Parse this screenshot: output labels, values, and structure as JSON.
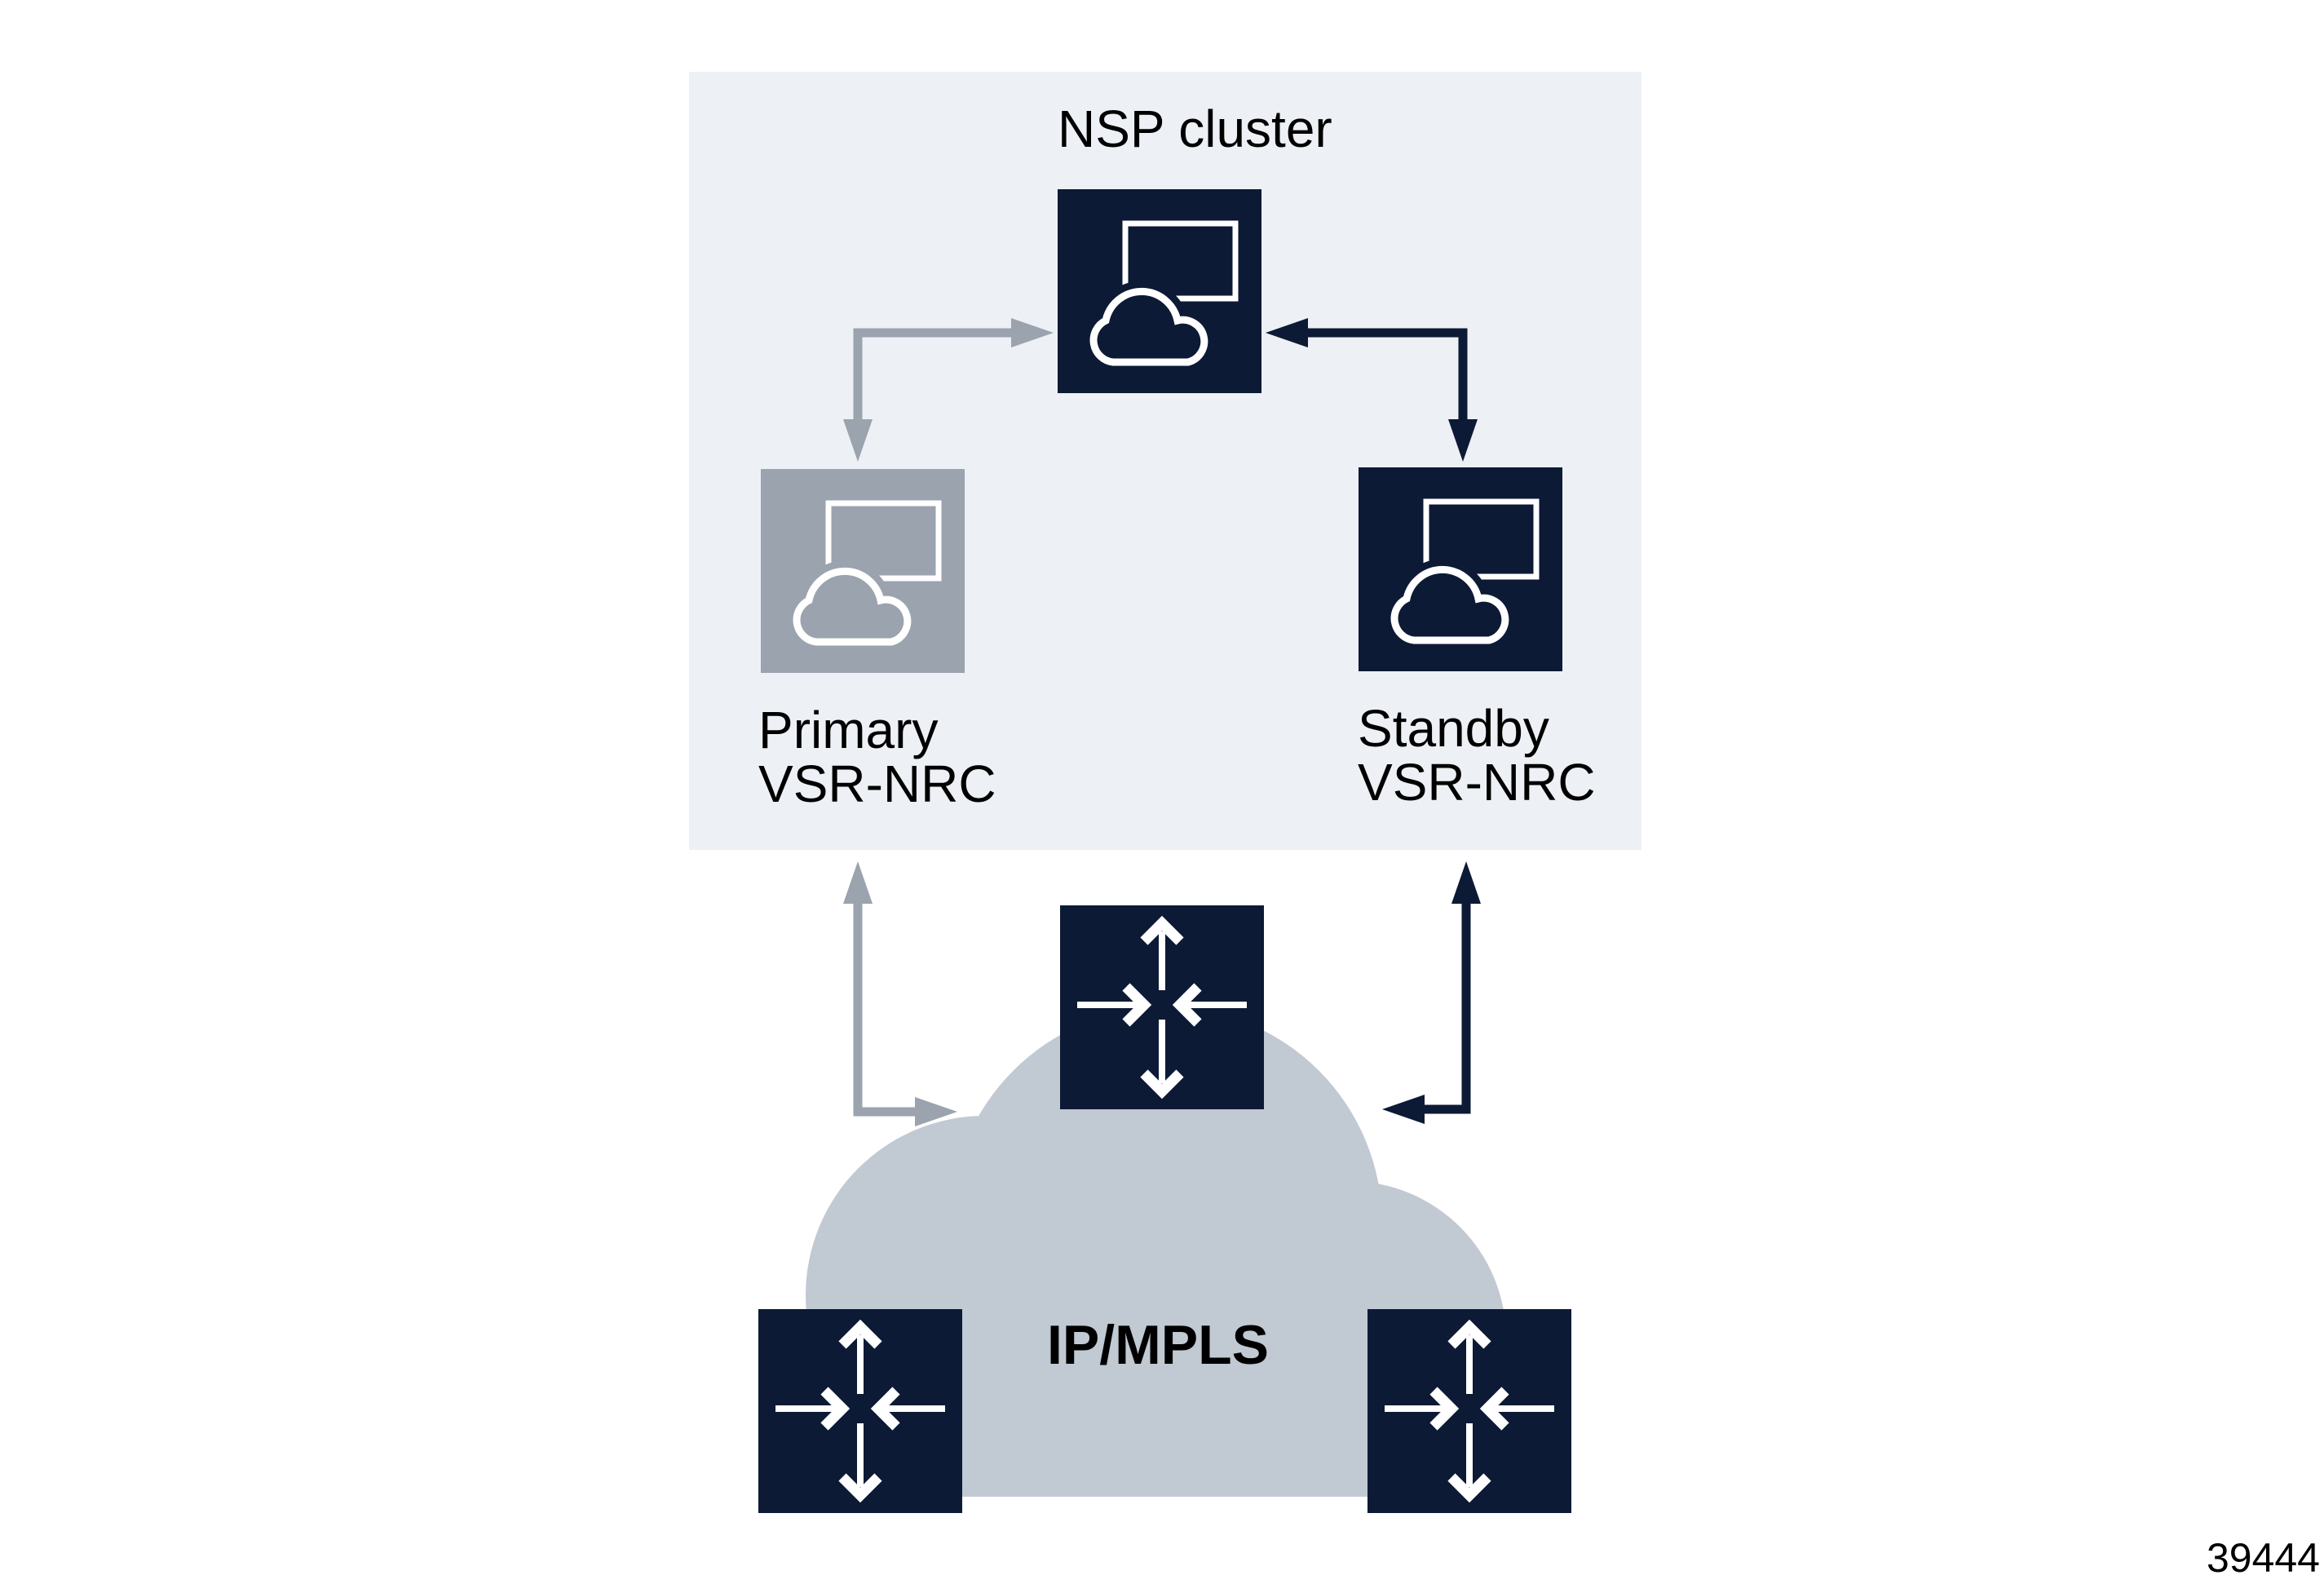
{
  "diagram": {
    "title": "NSP cluster",
    "figure_number": "39444",
    "nodes": {
      "nsp_cluster": {
        "label": "NSP cluster",
        "icon": "cloud-screen-icon"
      },
      "primary_vsr_nrc": {
        "label_line1": "Primary",
        "label_line2": "VSR-NRC",
        "icon": "cloud-screen-icon"
      },
      "standby_vsr_nrc": {
        "label_line1": "Standby",
        "label_line2": "VSR-NRC",
        "icon": "cloud-screen-icon"
      },
      "routers": {
        "icon": "router-icon",
        "count": 3
      }
    },
    "network_cloud": {
      "label": "IP/MPLS"
    },
    "connections": {
      "primary_to_nsp": {
        "style": "gray-double-headed-elbow"
      },
      "standby_to_nsp": {
        "style": "navy-double-headed-elbow"
      },
      "primary_to_network": {
        "style": "gray-double-headed-elbow"
      },
      "standby_to_network": {
        "style": "navy-double-headed-elbow"
      }
    },
    "colors": {
      "navy": "#0c1a35",
      "gray": "#9aa3ae",
      "panel_background": "#edf0f4",
      "cloud_fill": "#c1c9d3",
      "icon_glyph": "#ffffff",
      "text": "#000000",
      "page_background": "#ffffff"
    }
  }
}
